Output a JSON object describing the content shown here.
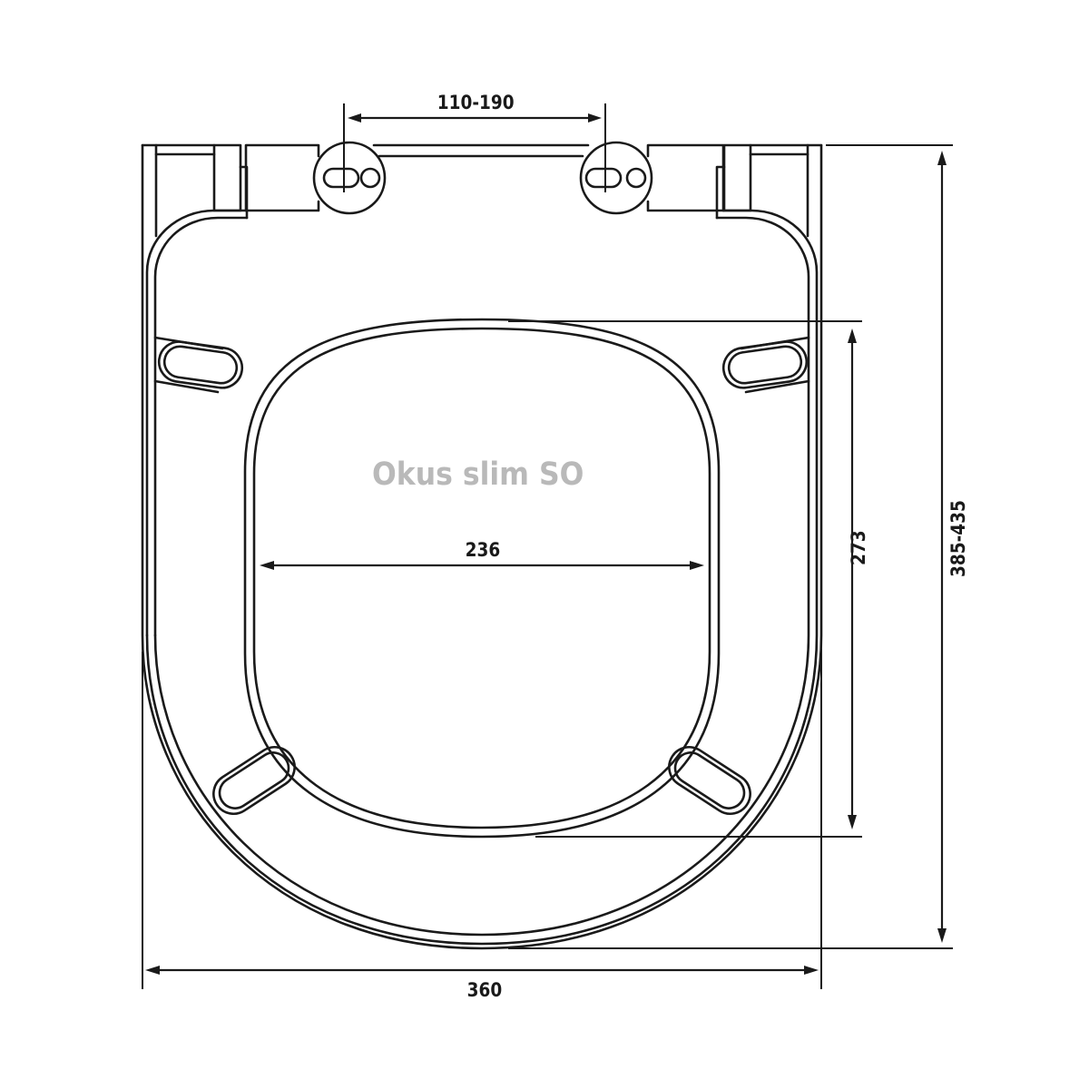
{
  "diagram": {
    "title": "Okus slim SO",
    "type": "technical-drawing",
    "subject": "toilet seat top view",
    "colors": {
      "line": "#1a1a1a",
      "label": "#1a1a1a",
      "watermark_title": "#b9b9b9",
      "background": "#ffffff"
    },
    "dimensions": {
      "hinge_spacing": "110-190",
      "inner_width": "236",
      "inner_length": "273",
      "overall_length": "385-435",
      "overall_width": "360"
    }
  }
}
